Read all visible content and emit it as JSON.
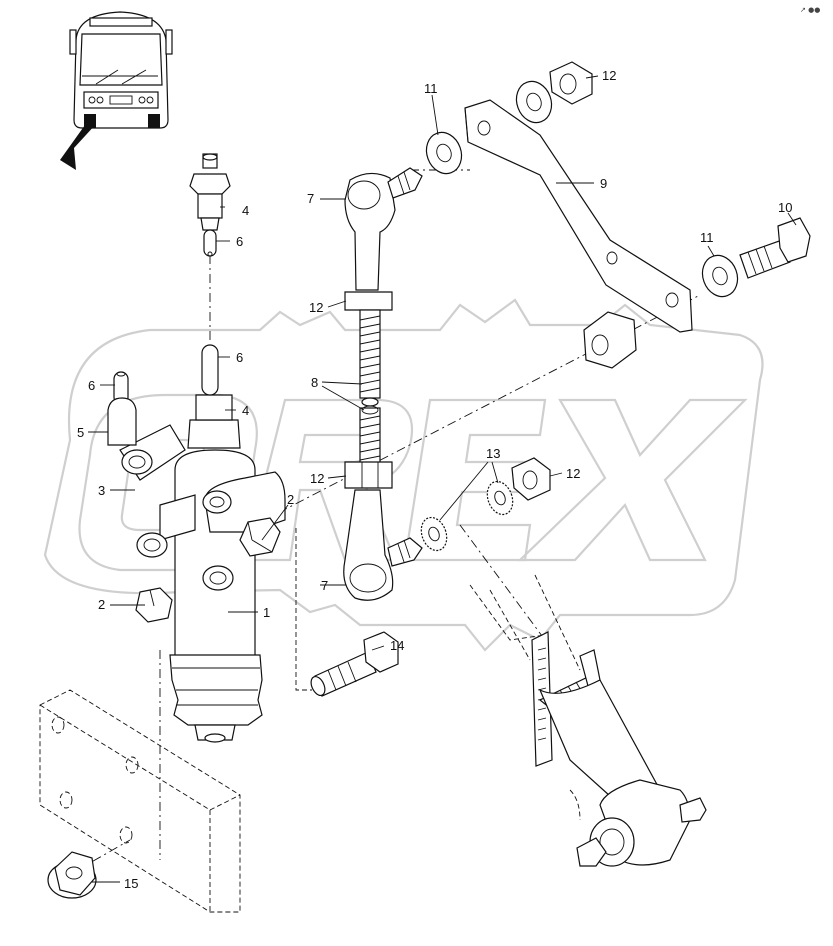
{
  "corner_mark": "↗ ●●",
  "parts": {
    "p1": "1",
    "p2a": "2",
    "p2b": "2",
    "p3": "3",
    "p4a": "4",
    "p4b": "4",
    "p5": "5",
    "p6a": "6",
    "p6b": "6",
    "p6c": "6",
    "p7a": "7",
    "p7b": "7",
    "p8": "8",
    "p9": "9",
    "p10": "10",
    "p11a": "11",
    "p11b": "11",
    "p12a": "12",
    "p12b": "12",
    "p12c": "12",
    "p12d": "12",
    "p13": "13",
    "p14": "14",
    "p15": "15"
  },
  "watermark": "OREX"
}
